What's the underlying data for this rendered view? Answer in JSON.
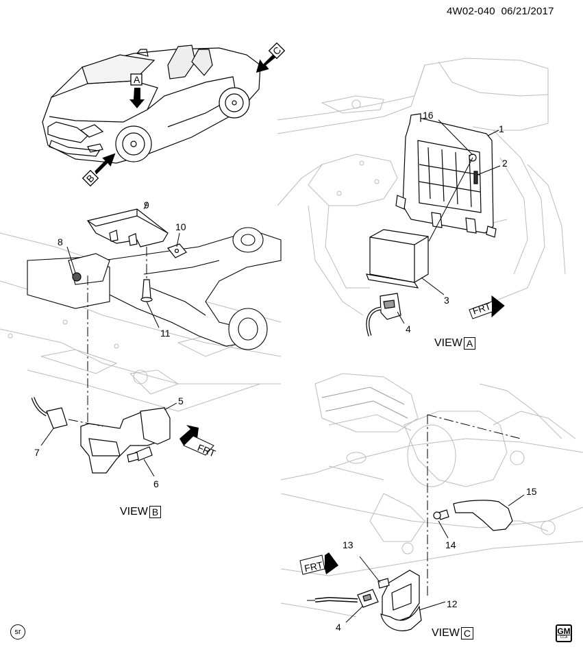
{
  "header": {
    "code": "4W02-040",
    "date": "06/21/2017"
  },
  "views": {
    "a": {
      "word": "VIEW",
      "letter": "A"
    },
    "b": {
      "word": "VIEW",
      "letter": "B"
    },
    "c": {
      "word": "VIEW",
      "letter": "C"
    }
  },
  "arrow_tags": {
    "a": "A",
    "b": "B",
    "c": "C"
  },
  "front_indicators": {
    "label": "FRT"
  },
  "callouts": {
    "c1": "1",
    "c2": "2",
    "c3": "3",
    "c4a": "4",
    "c4c": "4",
    "c5": "5",
    "c6": "6",
    "c7": "7",
    "c8": "8",
    "c9": "9",
    "c10": "10",
    "c11": "11",
    "c12": "12",
    "c13": "13",
    "c14": "14",
    "c15": "15",
    "c16": "16"
  },
  "footer": {
    "sr_badge": "sr",
    "logo_text": "GM",
    "logo_sub": "CCA"
  }
}
